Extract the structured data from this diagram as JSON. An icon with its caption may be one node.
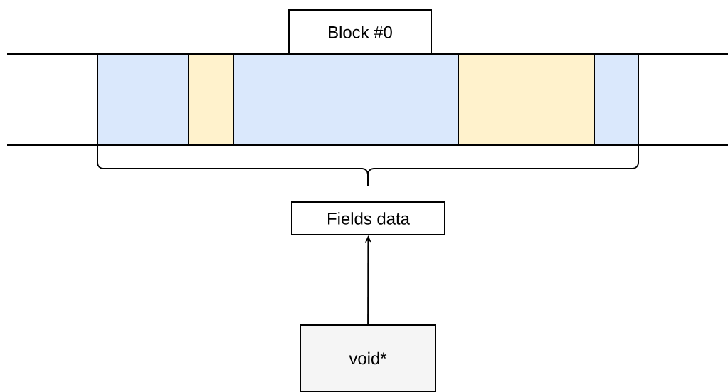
{
  "diagram": {
    "nodes": [
      {
        "text": [
          "Block #0"
        ]
      },
      {
        "text": [],
        "shape": "box"
      },
      {
        "text": [],
        "shape": "box"
      },
      {
        "text": [],
        "shape": "box"
      },
      {
        "text": [],
        "shape": "box"
      },
      {
        "text": [],
        "shape": "box"
      },
      {
        "text": [
          "Fields data"
        ]
      },
      {
        "text": [
          "void*"
        ]
      }
    ],
    "edges": [
      {
        "from": 7,
        "to": 6,
        "arrow": "to"
      }
    ]
  }
}
